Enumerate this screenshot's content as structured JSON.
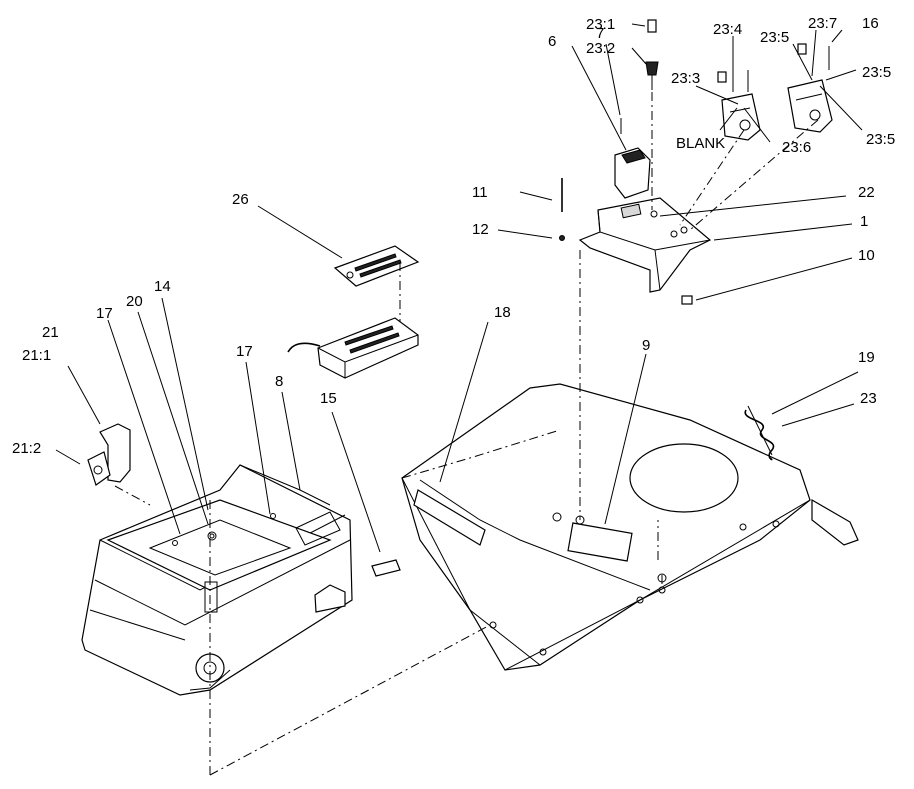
{
  "callouts": {
    "c_23_1": "23:1",
    "c_23_2": "23:2",
    "c_7": "7",
    "c_6": "6",
    "c_23_4": "23:4",
    "c_23_3": "23:3",
    "c_blank": "BLANK",
    "c_23_6": "23:6",
    "c_23_5a": "23:5",
    "c_23_7": "23:7",
    "c_16": "16",
    "c_23_5b": "23:5",
    "c_23_5c": "23:5",
    "c_11": "11",
    "c_22": "22",
    "c_12": "12",
    "c_1": "1",
    "c_10": "10",
    "c_26": "26",
    "c_18": "18",
    "c_9": "9",
    "c_19": "19",
    "c_23": "23",
    "c_21": "21",
    "c_21_1": "21:1",
    "c_17a": "17",
    "c_20": "20",
    "c_14": "14",
    "c_17b": "17",
    "c_8": "8",
    "c_15": "15",
    "c_21_2": "21:2"
  }
}
